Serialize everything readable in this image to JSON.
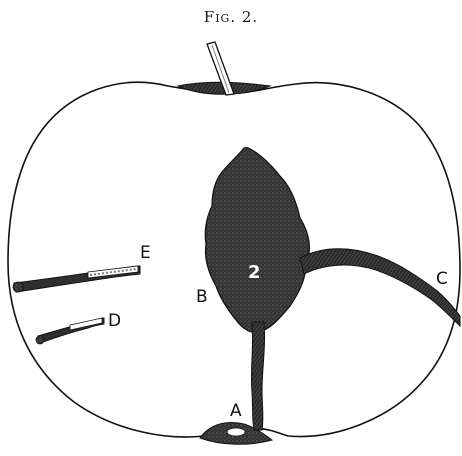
{
  "figure": {
    "title": "Fig. 2."
  },
  "labels": {
    "a": "A",
    "b": "B",
    "c": "C",
    "d": "D",
    "e": "E",
    "center": "2"
  },
  "colors": {
    "ink": "#111111",
    "tunnel_fill": "#2b2b2b",
    "background": "#ffffff"
  }
}
